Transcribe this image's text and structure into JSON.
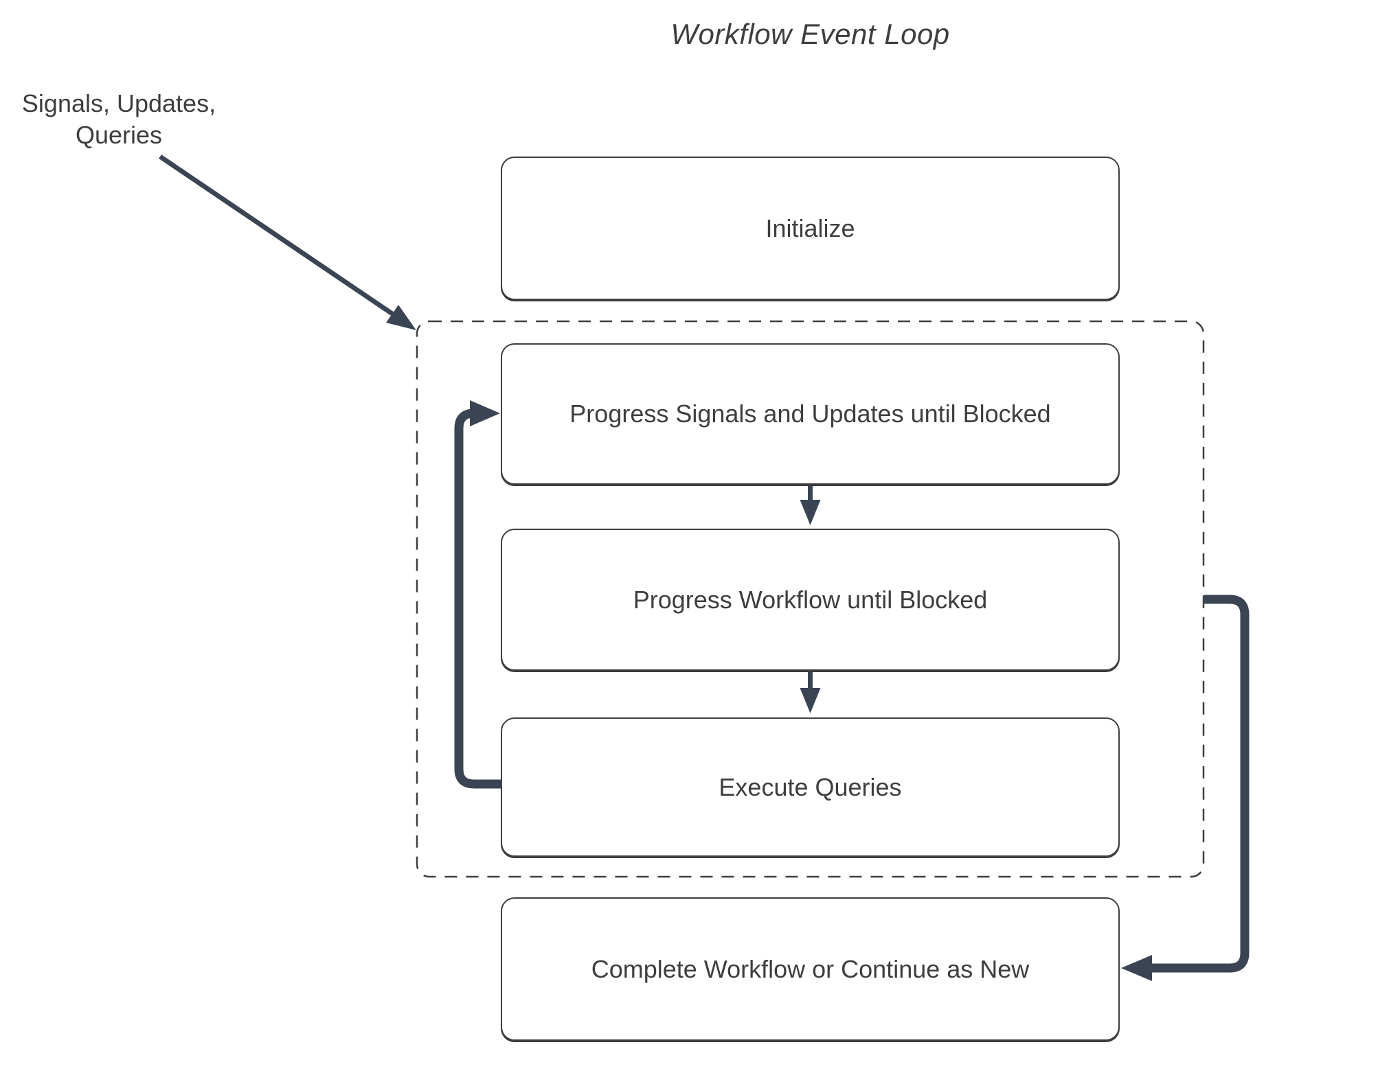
{
  "title": "Workflow Event Loop",
  "external_label": {
    "line1": "Signals, Updates,",
    "line2": "Queries"
  },
  "nodes": {
    "initialize": {
      "label": "Initialize"
    },
    "progress_signals": {
      "label": "Progress Signals and Updates until Blocked"
    },
    "progress_workflow": {
      "label": "Progress Workflow until Blocked"
    },
    "execute_queries": {
      "label": "Execute Queries"
    },
    "complete_workflow": {
      "label": "Complete Workflow or Continue as New"
    }
  },
  "edges": [
    {
      "name": "signals-to-event-loop",
      "from": "external_label",
      "to": "event_loop_container"
    },
    {
      "name": "progress-signals-to-progress-workflow",
      "from": "progress_signals",
      "to": "progress_workflow"
    },
    {
      "name": "progress-workflow-to-execute-queries",
      "from": "progress_workflow",
      "to": "execute_queries"
    },
    {
      "name": "execute-queries-loopback-to-progress-signals",
      "from": "execute_queries",
      "to": "progress_signals"
    },
    {
      "name": "event-loop-to-complete-workflow",
      "from": "event_loop_container",
      "to": "complete_workflow"
    }
  ],
  "colors": {
    "box_stroke": "#3f3f3f",
    "thick_arrow": "#3a4452",
    "text": "#3e3e3e",
    "background": "#ffffff"
  }
}
